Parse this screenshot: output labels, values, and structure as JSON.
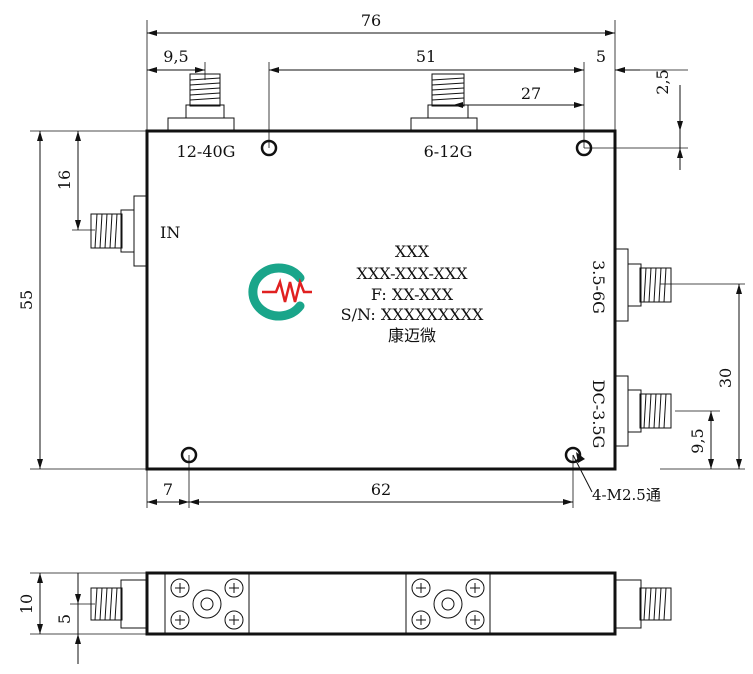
{
  "dimensions": {
    "overall_width": "76",
    "left_connector_offset": "9,5",
    "hole_spacing_top": "51",
    "right_hole_offset": "5",
    "top_hole_offset": "2,5",
    "mid_connector_offset": "27",
    "in_connector_offset": "16",
    "overall_height": "55",
    "bottom_left_offset": "7",
    "bottom_hole_spacing": "62",
    "right_connector_spacing": "30",
    "right_lower_offset": "9,5",
    "thickness": "10",
    "half_thickness": "5"
  },
  "ports": {
    "top_left": "12-40G",
    "top_middle": "6-12G",
    "input": "IN",
    "right_upper": "3.5-6G",
    "right_lower": "DC-3.5G"
  },
  "label": {
    "line1": "XXX",
    "line2": "XXX-XXX-XXX",
    "line3": "F: XX-XXX",
    "line4": "S/N: XXXXXXXXX",
    "line5": "康迈微"
  },
  "note": {
    "holes": "4-M2.5通"
  },
  "colors": {
    "line": "#111111",
    "logo_teal": "#1aa58a",
    "logo_red": "#e02020"
  }
}
